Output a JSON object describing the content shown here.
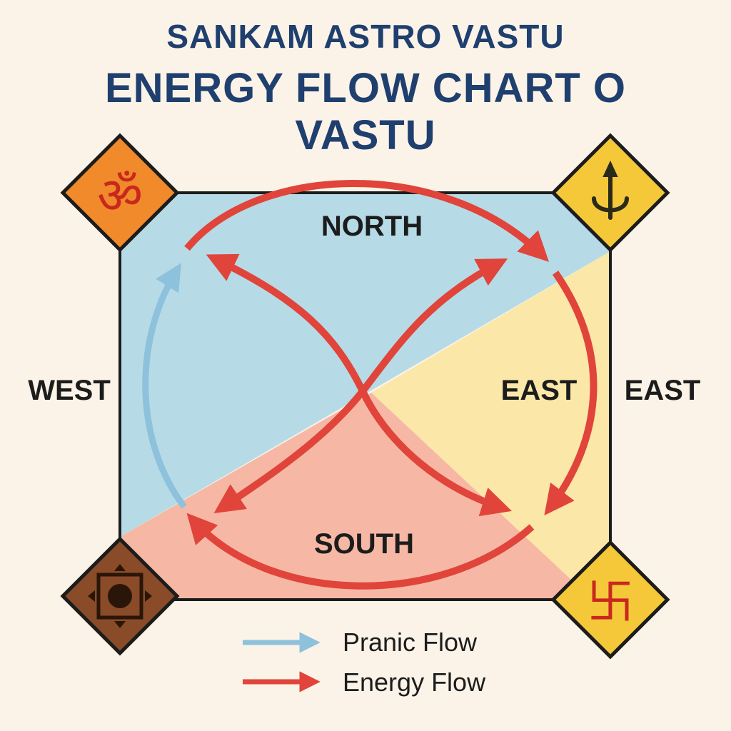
{
  "header": {
    "line1": "SANKAM ASTRO VASTU",
    "line2": "ENERGY FLOW CHART O",
    "line3": "VASTU"
  },
  "zones": {
    "north": "NORTH",
    "south": "SOUTH",
    "west": "WEST",
    "east_inner": "EAST",
    "east_outer": "EAST"
  },
  "corner_symbols": {
    "top_left": "ॐ",
    "top_right": "trident-icon",
    "bottom_left": "square-dot-icon",
    "bottom_right": "卐"
  },
  "legend": {
    "pranic": "Pranic Flow",
    "energy": "Energy Flow"
  },
  "colors": {
    "title": "#1f3f6e",
    "north_zone": "#b6dbe6",
    "east_zone": "#fbe7a8",
    "south_zone": "#f6b8a4",
    "pranic_flow": "#8ec1dc",
    "energy_flow": "#e0443a",
    "top_left_diamond": "#f08a2a",
    "top_right_diamond": "#f5c83a",
    "bottom_left_diamond": "#8a4b28",
    "bottom_right_diamond": "#f5c83a"
  }
}
